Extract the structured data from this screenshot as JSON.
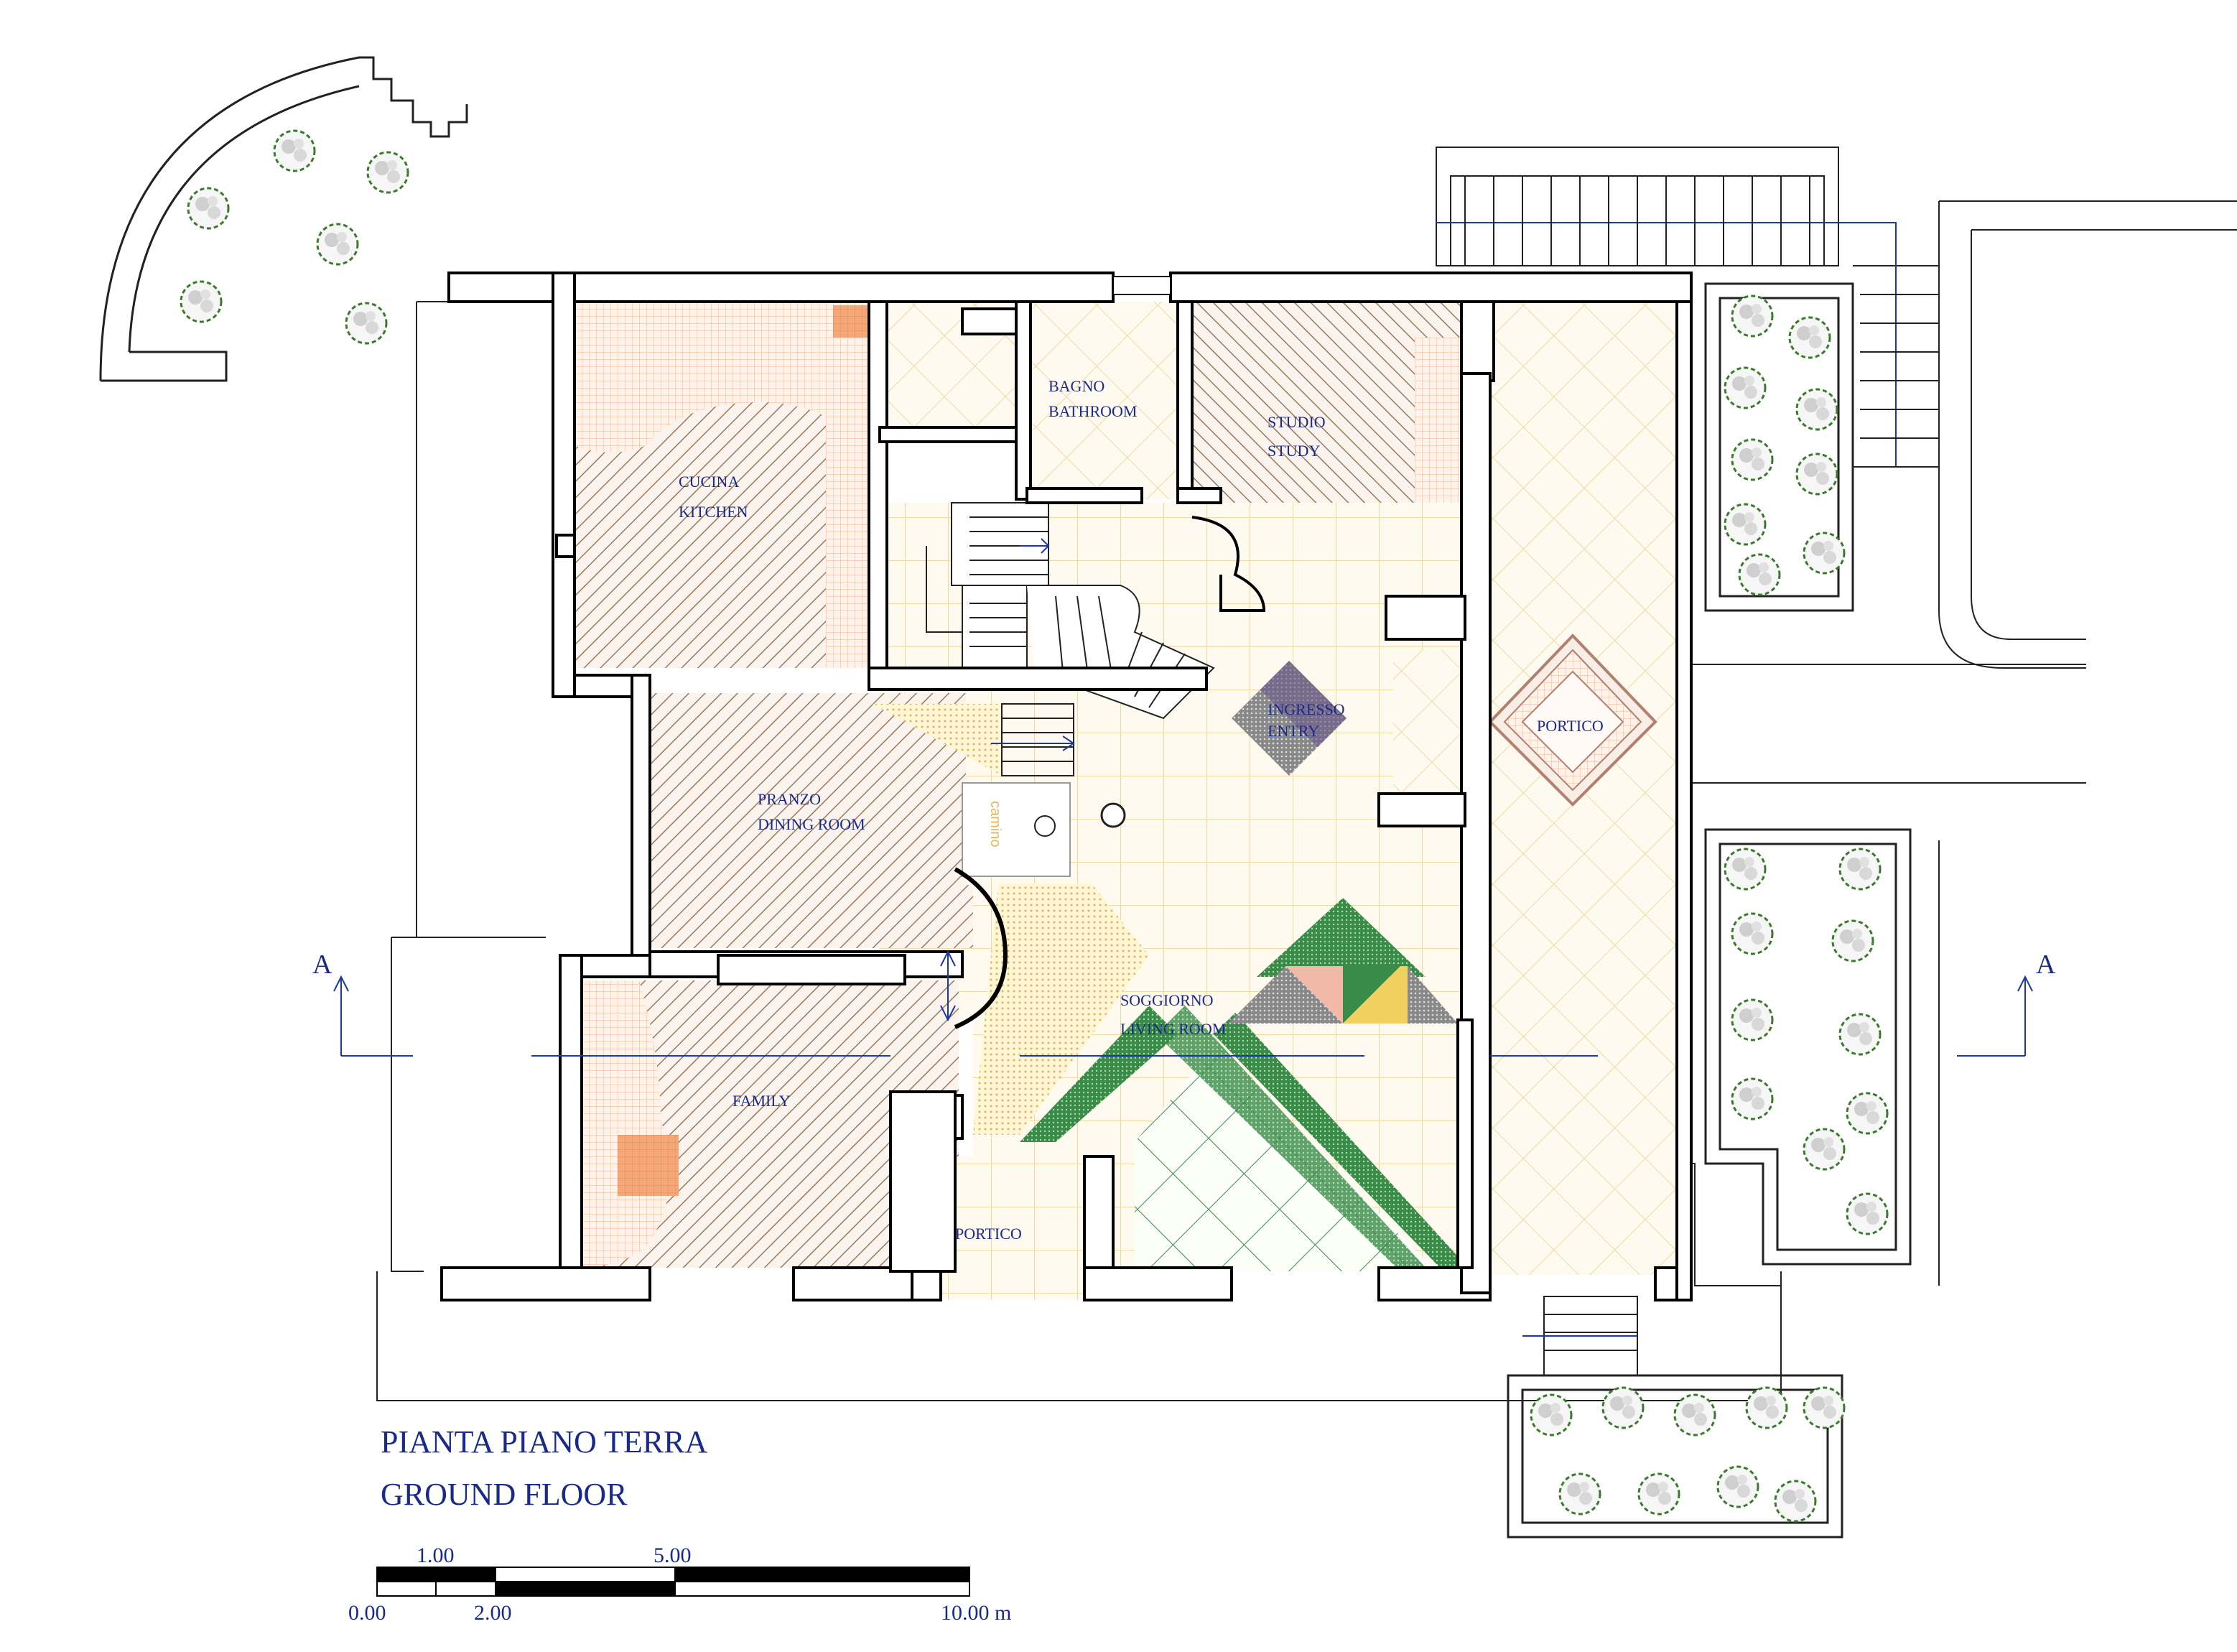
{
  "title": {
    "line1": "PIANTA PIANO TERRA",
    "line2": "GROUND FLOOR"
  },
  "rooms": {
    "cucina": {
      "it": "CUCINA",
      "en": "KITCHEN"
    },
    "bagno": {
      "it": "BAGNO",
      "en": "BATHROOM"
    },
    "studio": {
      "it": "STUDIO",
      "en": "STUDY"
    },
    "ingresso": {
      "it": "INGRESSO",
      "en": "ENTRY"
    },
    "portico_right": {
      "it": "PORTICO"
    },
    "pranzo": {
      "it": "PRANZO",
      "en": "DINING ROOM"
    },
    "camino": {
      "it": "camino"
    },
    "soggiorno": {
      "it": "SOGGIORNO",
      "en": "LIVING ROOM"
    },
    "family": {
      "it": "FAMILY"
    },
    "portico_bottom": {
      "it": "PORTICO"
    }
  },
  "section": {
    "left": "A",
    "right": "A"
  },
  "scale_bar": {
    "top_labels": [
      "1.00",
      "5.00"
    ],
    "bottom_labels": [
      "0.00",
      "2.00",
      "10.00 m"
    ]
  },
  "colors": {
    "wall": "#000000",
    "label": "#1a2a8a",
    "hatch_brown": "#9a7a5a",
    "tile_yellow": "#f0d8a0",
    "tile_orange": "#f4a070",
    "mosaic_green": "#2a6a3a",
    "tree_green": "#3a7a2a"
  }
}
